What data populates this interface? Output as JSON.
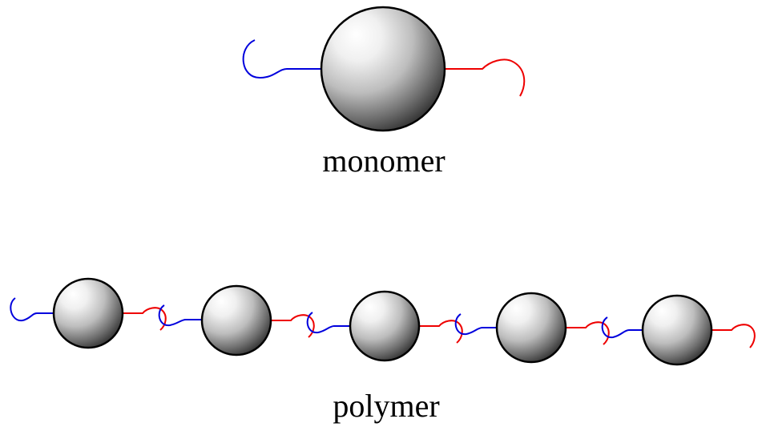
{
  "labels": {
    "monomer": "monomer",
    "polymer": "polymer"
  },
  "colors": {
    "left_tail": "#0000dd",
    "right_tail": "#ee0000",
    "sphere_highlight": "#ffffff",
    "sphere_shadow": "#000000"
  },
  "polymer": {
    "unit_count": 5
  }
}
